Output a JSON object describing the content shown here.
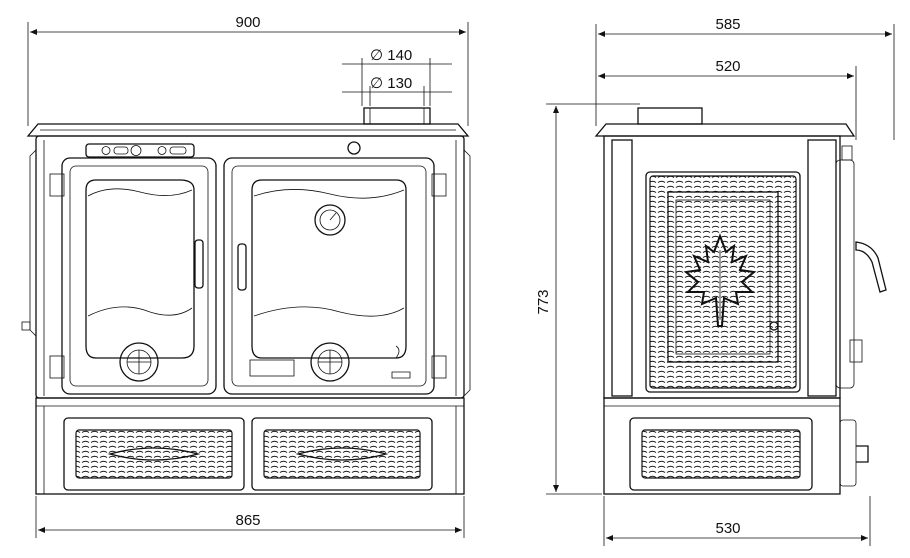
{
  "dimensions": {
    "front_width_top": "900",
    "front_width_base": "865",
    "flue_outer": "140",
    "flue_inner": "130",
    "side_depth_top": "585",
    "side_depth_mid": "520",
    "side_depth_base": "530",
    "height": "773",
    "diameter_symbol": "∅"
  },
  "colors": {
    "line": "#111111",
    "background": "#ffffff"
  }
}
